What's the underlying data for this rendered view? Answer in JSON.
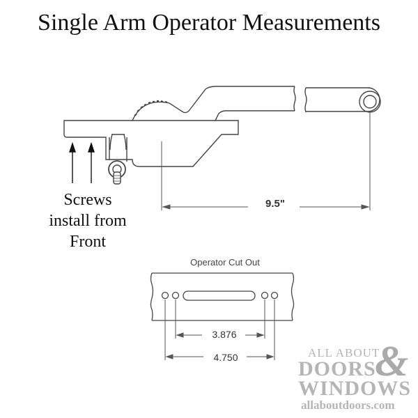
{
  "title": "Single Arm Operator Measurements",
  "annotations": {
    "screws_note": [
      "Screws",
      "install from",
      "Front"
    ]
  },
  "dimensions": {
    "overall_length": "9.5\"",
    "cutout_title": "Operator Cut Out",
    "inner_hole_spacing": "3.876",
    "outer_hole_spacing": "4.750"
  },
  "logo": {
    "line1": "ALL ABOUT",
    "line2": "DOORS",
    "ampersand": "&",
    "line3": "WINDOWS",
    "website": "allaboutdoors.com",
    "color": "#b5b5b5"
  },
  "colors": {
    "line": "#444444",
    "text": "#111111",
    "background": "#ffffff"
  }
}
